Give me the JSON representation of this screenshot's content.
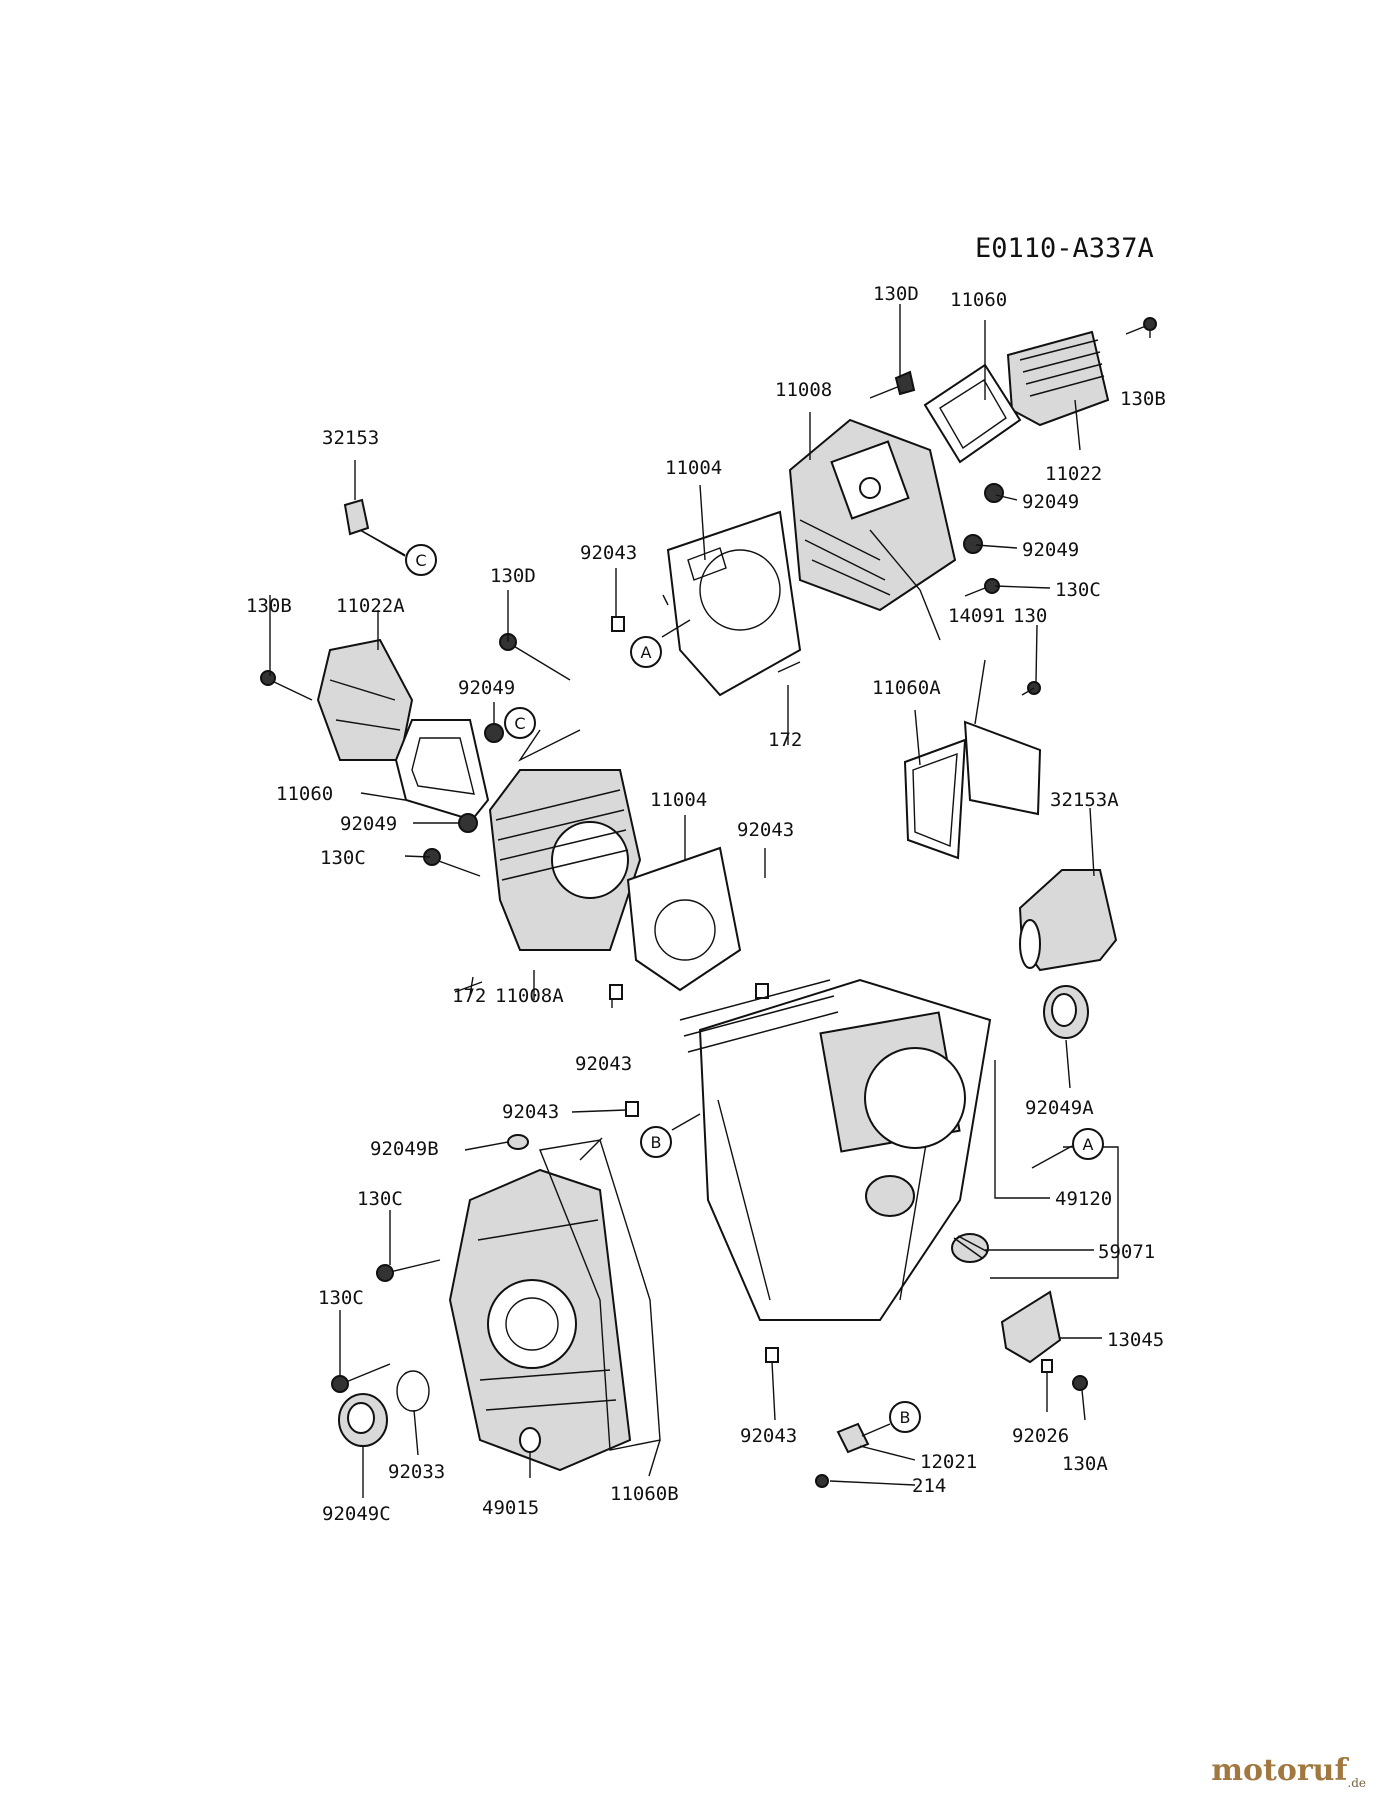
{
  "diagram_code": "E0110-A337A",
  "brand": {
    "name": "motoruf",
    "suffix": ".de",
    "colors": {
      "primary": "#a07840",
      "accent": "#2b6cc4",
      "suffix": "#7a6040"
    }
  },
  "callouts": [
    {
      "id": "c-top",
      "letter": "C"
    },
    {
      "id": "c-mid",
      "letter": "C"
    },
    {
      "id": "a-left",
      "letter": "A"
    },
    {
      "id": "a-right",
      "letter": "A"
    },
    {
      "id": "b-left",
      "letter": "B"
    },
    {
      "id": "b-bottom",
      "letter": "B"
    }
  ],
  "part_labels": [
    {
      "id": "p-130d-top",
      "text": "130D"
    },
    {
      "id": "p-11060-top",
      "text": "11060"
    },
    {
      "id": "p-130b-right",
      "text": "130B"
    },
    {
      "id": "p-11008-top",
      "text": "11008"
    },
    {
      "id": "p-11022",
      "text": "11022"
    },
    {
      "id": "p-11004-top",
      "text": "11004"
    },
    {
      "id": "p-92049-r1",
      "text": "92049"
    },
    {
      "id": "p-92049-r2",
      "text": "92049"
    },
    {
      "id": "p-130c-r",
      "text": "130C"
    },
    {
      "id": "p-32153",
      "text": "32153"
    },
    {
      "id": "p-92043-tl",
      "text": "92043"
    },
    {
      "id": "p-130d-mid",
      "text": "130D"
    },
    {
      "id": "p-130b-left",
      "text": "130B"
    },
    {
      "id": "p-11022a",
      "text": "11022A"
    },
    {
      "id": "p-130",
      "text": "130"
    },
    {
      "id": "p-14091",
      "text": "14091"
    },
    {
      "id": "p-11060a",
      "text": "11060A"
    },
    {
      "id": "p-92049-mid",
      "text": "92049"
    },
    {
      "id": "p-172-top",
      "text": "172"
    },
    {
      "id": "p-11060-left",
      "text": "11060"
    },
    {
      "id": "p-32153a",
      "text": "32153A"
    },
    {
      "id": "p-11004-mid",
      "text": "11004"
    },
    {
      "id": "p-92049-left",
      "text": "92049"
    },
    {
      "id": "p-92043-mid",
      "text": "92043"
    },
    {
      "id": "p-130c-left",
      "text": "130C"
    },
    {
      "id": "p-172-mid",
      "text": "172"
    },
    {
      "id": "p-11008a",
      "text": "11008A"
    },
    {
      "id": "p-92043-c",
      "text": "92043"
    },
    {
      "id": "p-92049a",
      "text": "92049A"
    },
    {
      "id": "p-92043-l2",
      "text": "92043"
    },
    {
      "id": "p-92049b",
      "text": "92049B"
    },
    {
      "id": "p-49120",
      "text": "49120"
    },
    {
      "id": "p-130c-l2",
      "text": "130C"
    },
    {
      "id": "p-59071",
      "text": "59071"
    },
    {
      "id": "p-130c-l3",
      "text": "130C"
    },
    {
      "id": "p-13045",
      "text": "13045"
    },
    {
      "id": "p-92043-bot",
      "text": "92043"
    },
    {
      "id": "p-12021",
      "text": "12021"
    },
    {
      "id": "p-92026",
      "text": "92026"
    },
    {
      "id": "p-92033",
      "text": "92033"
    },
    {
      "id": "p-214",
      "text": "214"
    },
    {
      "id": "p-130a",
      "text": "130A"
    },
    {
      "id": "p-11060b",
      "text": "11060B"
    },
    {
      "id": "p-49015",
      "text": "49015"
    },
    {
      "id": "p-92049c",
      "text": "92049C"
    }
  ]
}
